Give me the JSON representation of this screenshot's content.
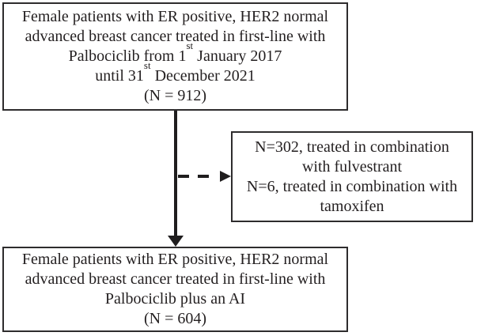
{
  "figure": {
    "type": "patient-flow-diagram",
    "colors": {
      "background": "#ffffff",
      "box_border": "#2e2c2d",
      "text": "#231f20",
      "arrow": "#1f1d1e"
    },
    "top_box": {
      "line1": "Female patients with ER positive, HER2 normal",
      "line2": "advanced breast cancer treated in first-line with",
      "line3_pre": "Palbociclib from 1",
      "line3_sup": "st",
      "line3_post": " January 2017",
      "line4_pre": "until 31",
      "line4_sup": "st",
      "line4_post": " December 2021",
      "line5": "(N = 912)"
    },
    "exclusion_box": {
      "line1": "N=302, treated in combination",
      "line2": "with fulvestrant",
      "line3": "N=6, treated in combination with",
      "line4": "tamoxifen"
    },
    "bottom_box": {
      "line1": "Female patients with ER positive, HER2 normal",
      "line2": "advanced breast cancer treated in first-line with",
      "line3": "Palbociclib plus an AI",
      "line4": "(N = 604)"
    }
  }
}
